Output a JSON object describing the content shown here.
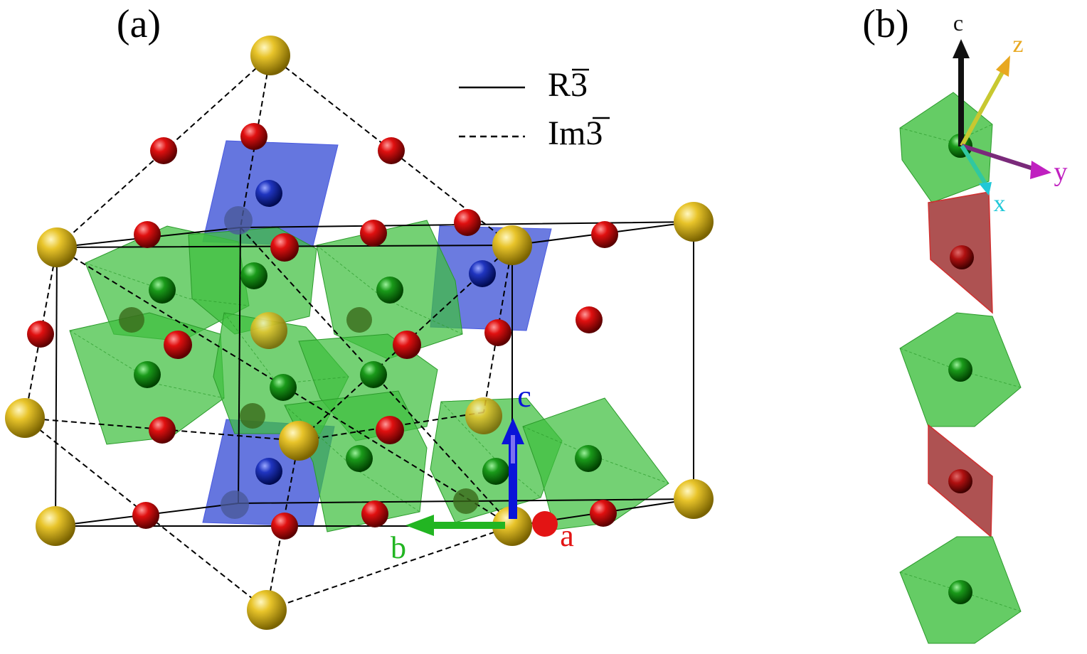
{
  "panel_a": {
    "label": "(a)",
    "legend": {
      "solid": "R3",
      "dashed": "Im3",
      "solid_overline_char": "3",
      "dashed_overline_char": "3"
    },
    "axes": {
      "c": "c",
      "b": "b",
      "a": "a"
    }
  },
  "panel_b": {
    "label": "(b)",
    "axes": {
      "c": "c",
      "z": "z",
      "y": "y",
      "x": "x"
    }
  },
  "colors": {
    "yellow_atom": "#d8b51c",
    "red_atom": "#d10d0d",
    "green_atom": "#1a8a1a",
    "blue_atom": "#1f35b5",
    "green_poly": "#3fbf3f",
    "blue_poly": "#3a4fd6",
    "red_poly": "#a33a3a",
    "axis_c": "#0a14d8",
    "axis_b": "#22b522",
    "axis_a": "#e31414",
    "axis_z": "#e8a820",
    "axis_y": "#c020c0",
    "axis_x": "#20c8d8"
  }
}
